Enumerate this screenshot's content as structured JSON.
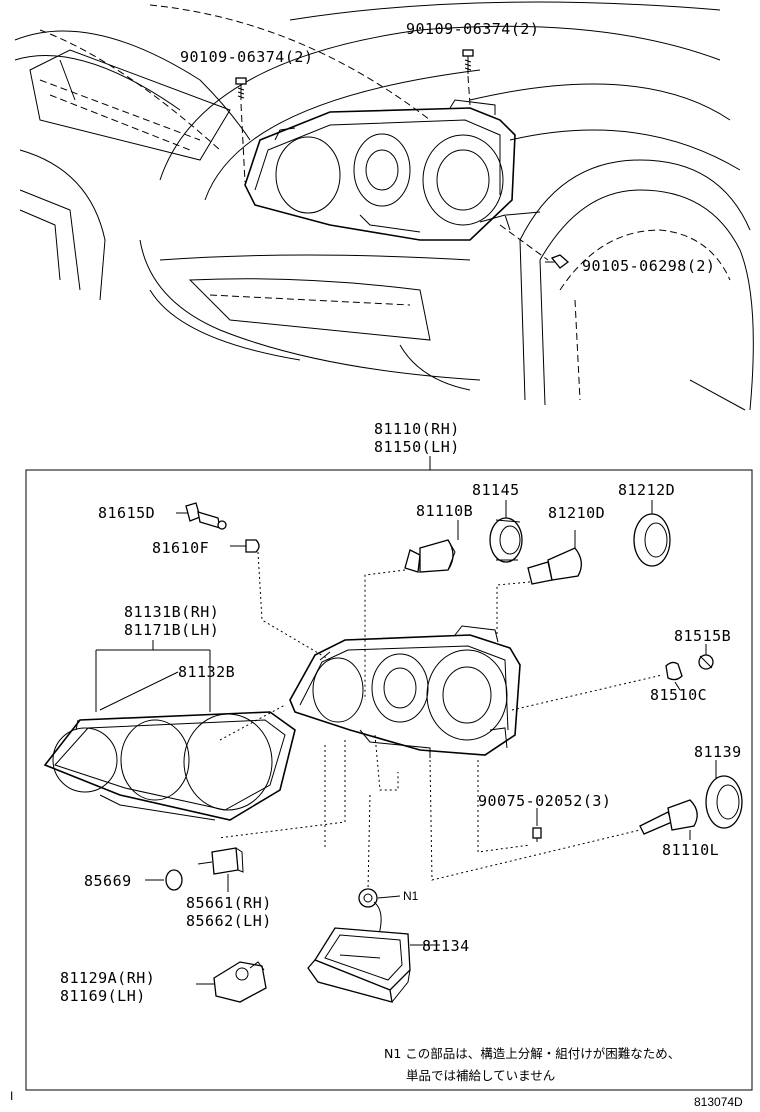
{
  "diagram": {
    "top_labels": {
      "bolt_left": "90109-06374(2)",
      "bolt_right": "90109-06374(2)",
      "screw_right": "90105-06298(2)"
    },
    "assembly_label": {
      "rh": "81110(RH)",
      "lh": "81150(LH)"
    },
    "parts": {
      "p81615D": "81615D",
      "p81610F": "81610F",
      "p81145": "81145",
      "p81110B": "81110B",
      "p81212D": "81212D",
      "p81210D": "81210D",
      "p81131B_rh": "81131B(RH)",
      "p81171B_lh": "81171B(LH)",
      "p81132B": "81132B",
      "p81515B": "81515B",
      "p81510C": "81510C",
      "p81139": "81139",
      "p90075": "90075-02052(3)",
      "p81110L": "81110L",
      "p85669": "85669",
      "p85661_rh": "85661(RH)",
      "p85662_lh": "85662(LH)",
      "pN1": "N1",
      "p81134": "81134",
      "p81129A_rh": "81129A(RH)",
      "p81169_lh": "81169(LH)"
    },
    "note": {
      "line1": "N1 この部品は、構造上分解・組付けが困難なため、",
      "line2": "単品では補給していません"
    },
    "corner_mark": "I",
    "drawing_number": "813074D"
  }
}
